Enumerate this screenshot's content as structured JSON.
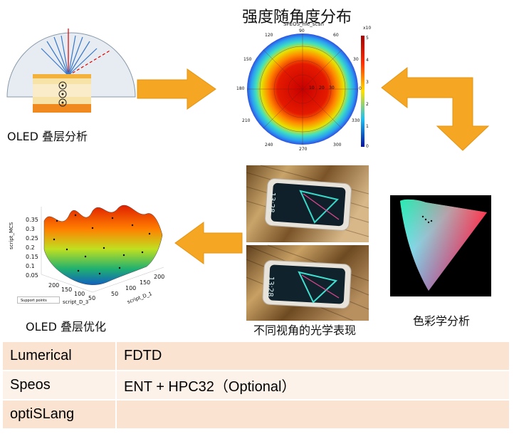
{
  "labels": {
    "title_top": "强度随角度分布",
    "oled_stack_analysis": "OLED 叠层分析",
    "oled_stack_optimization": "OLED 叠层优化",
    "angle_optics": "不同视角的光学表现",
    "colorimetry": "色彩学分析"
  },
  "polar_plot": {
    "name": "SPEOS_file_scan",
    "angle_ticks": [
      "120",
      "90",
      "60",
      "150",
      "30",
      "180",
      "0",
      "210",
      "330",
      "240",
      "270",
      "300"
    ],
    "radial_ticks": [
      "10",
      "20",
      "30"
    ],
    "colorbar_exp": "x10",
    "colorbar_ticks": [
      "5",
      "4",
      "3",
      "2",
      "1",
      "0"
    ]
  },
  "surface_plot": {
    "zlabel": "script_MCS",
    "z_ticks": [
      "0.35",
      "0.3",
      "0.25",
      "0.2",
      "0.15",
      "0.1",
      "0.05"
    ],
    "x_ticks": [
      "200",
      "150",
      "100",
      "50"
    ],
    "y_ticks": [
      "50",
      "100",
      "150",
      "200"
    ],
    "xlabel": "script_D_3",
    "ylabel": "script_D_1",
    "legend": "Support points"
  },
  "phone_photos": {
    "clock_top": "13:28",
    "clock_bottom": "13:28"
  },
  "tools_table": [
    {
      "tool": "Lumerical",
      "use": "FDTD"
    },
    {
      "tool": "Speos",
      "use": "ENT + HPC32（Optional）"
    },
    {
      "tool": "optiSLang",
      "use": ""
    }
  ],
  "colors": {
    "arrow": "#f5a623",
    "table_odd": "#fbe3d2",
    "table_even": "#fdf2ea"
  }
}
